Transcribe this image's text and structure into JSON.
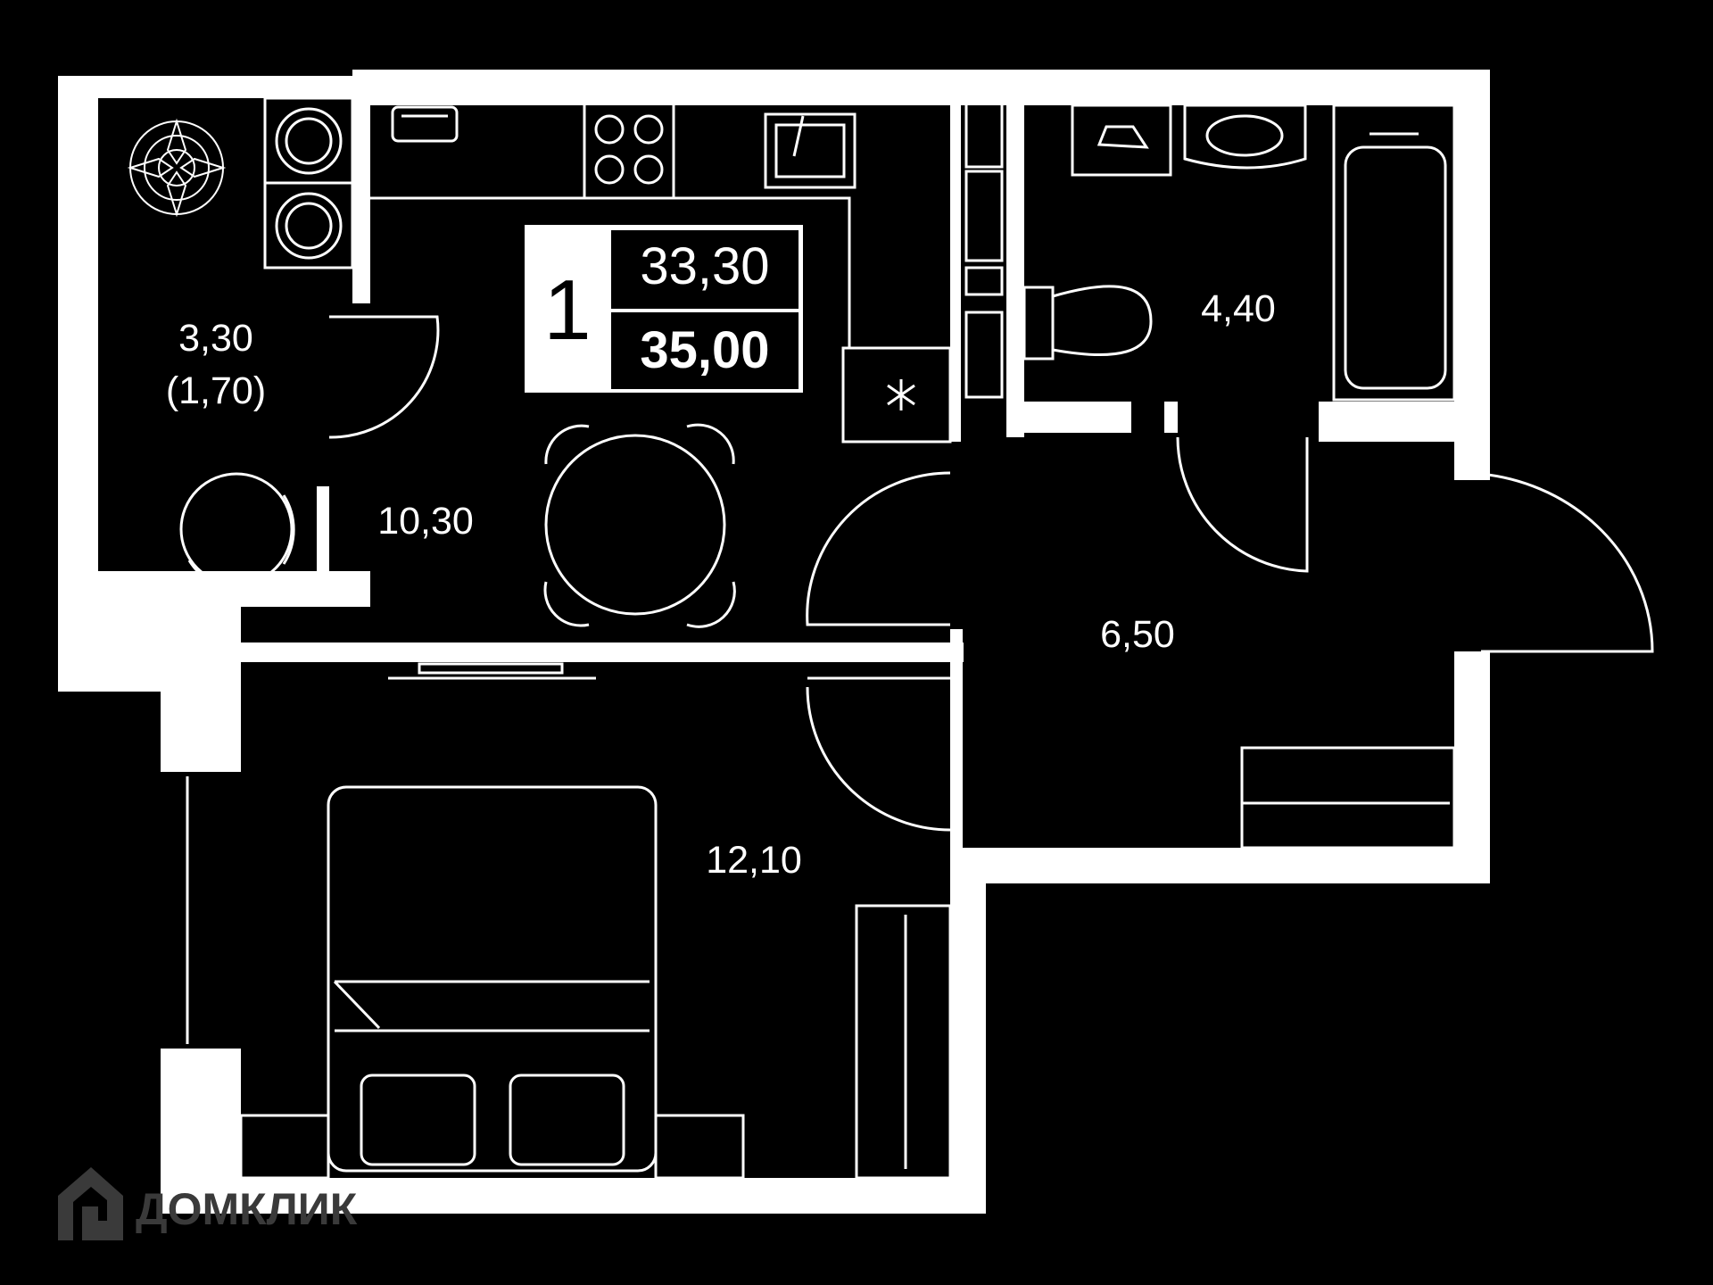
{
  "apartment": {
    "rooms_count": "1",
    "living_area": "33,30",
    "total_area": "35,00"
  },
  "rooms": {
    "balcony_area": "3,30",
    "balcony_reduced_area": "(1,70)",
    "kitchen_area": "10,30",
    "bathroom_area": "4,40",
    "hallway_area": "6,50",
    "bedroom_area": "12,10"
  },
  "watermark": {
    "brand": "ДОМКЛИК",
    "icon": "house-logo-icon"
  },
  "colors": {
    "background": "#000000",
    "walls": "#ffffff",
    "watermark": "#3a3a3a"
  }
}
